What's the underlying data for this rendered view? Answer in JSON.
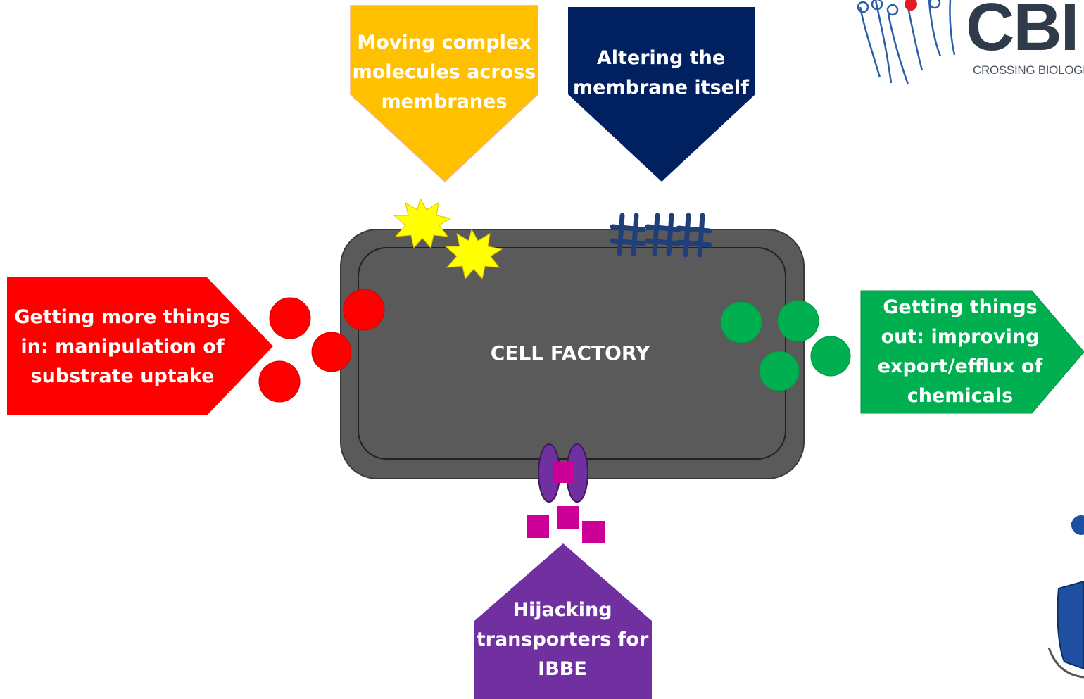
{
  "diagram": {
    "center": {
      "label": "CELL FACTORY",
      "fill": "#5a5a5a"
    },
    "boxes": [
      {
        "id": "yellow",
        "label": "Moving complex molecules across membranes",
        "fill": "#ffc000"
      },
      {
        "id": "navy",
        "label": "Altering the membrane itself",
        "fill": "#002060"
      },
      {
        "id": "red",
        "label": "Getting more things in: manipulation of substrate uptake",
        "fill": "#ff0000"
      },
      {
        "id": "green",
        "label": "Getting things out: improving export/efflux of chemicals",
        "fill": "#00b050"
      },
      {
        "id": "purple",
        "label": "Hijacking transporters for IBBE",
        "fill": "#7030a0"
      }
    ],
    "markers": {
      "substrate_color": "#ff0000",
      "export_color": "#00b050",
      "star_color": "#ffff00",
      "transporter_color": "#7030a0",
      "cargo_color": "#cc0099",
      "membrane_protein_color": "#1f3f7a"
    }
  },
  "logo": {
    "text": "CBI",
    "tagline": "CROSSING BIOLOGICAL",
    "color": "#2f3a4a"
  }
}
